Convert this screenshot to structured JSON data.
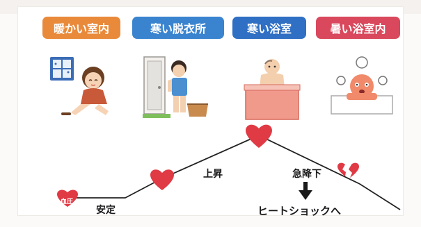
{
  "labels": {
    "warm_room": "暖かい室内",
    "cold_dressing_room": "寒い脱衣所",
    "cold_bathroom": "寒い浴室",
    "hot_bath": "暑い浴室内"
  },
  "curve": {
    "stable": "安定",
    "rise": "上昇",
    "sharp_drop": "急降下",
    "heat_shock": "ヒートショックへ",
    "blood_pressure": "血圧"
  },
  "colors": {
    "warm": "#e98a3b",
    "cold1": "#3a84cf",
    "cold2": "#2f6fc4",
    "hot": "#d9485c",
    "heart": "#e03a45"
  },
  "icons": {
    "warm_room": "woman-resting-icon",
    "cold_dressing_room": "man-undressing-icon",
    "cold_bathroom": "man-in-bathtub-icon",
    "hot_bath": "overheated-man-icon",
    "arrow": "down-arrow-icon",
    "broken_heart": "broken-heart-icon"
  }
}
